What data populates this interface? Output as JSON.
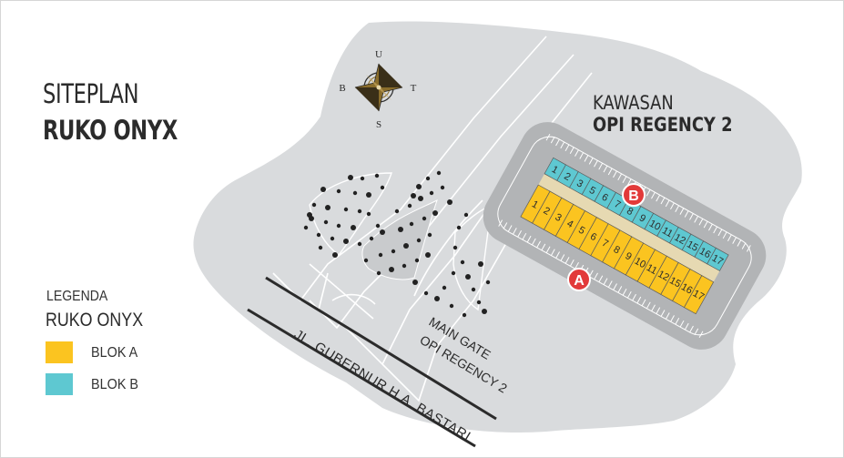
{
  "title": {
    "line1": "SITEPLAN",
    "line2": "RUKO ONYX"
  },
  "area": {
    "label": "KAWASAN",
    "name": "OPI REGENCY 2"
  },
  "compass": {
    "north": "U",
    "south": "S",
    "east": "T",
    "west": "B"
  },
  "legend": {
    "title": "LEGENDA",
    "subtitle": "RUKO ONYX",
    "items": [
      {
        "label": "BLOK A",
        "color": "#fbc420"
      },
      {
        "label": "BLOK B",
        "color": "#5ec8d1"
      }
    ]
  },
  "roads": {
    "main": "JL. GUBERNUR H.A. BASTARI"
  },
  "gate": {
    "line1": "MAIN GATE",
    "line2": "OPI REGENCY 2"
  },
  "blocks": {
    "a": {
      "marker": "A",
      "color": "#fbc420",
      "units": [
        "1",
        "2",
        "3",
        "4",
        "5",
        "6",
        "7",
        "8",
        "9",
        "10",
        "11",
        "12",
        "15",
        "16",
        "17"
      ]
    },
    "b": {
      "marker": "B",
      "color": "#5ec8d1",
      "units": [
        "1",
        "2",
        "3",
        "5",
        "6",
        "7",
        "8",
        "9",
        "10",
        "11",
        "12",
        "15",
        "16",
        "17"
      ]
    }
  },
  "colors": {
    "ground": "#d9dbdd",
    "parking": "#b2b4b6",
    "marker": "#e23a3a",
    "road_line": "#2b2b2b"
  }
}
